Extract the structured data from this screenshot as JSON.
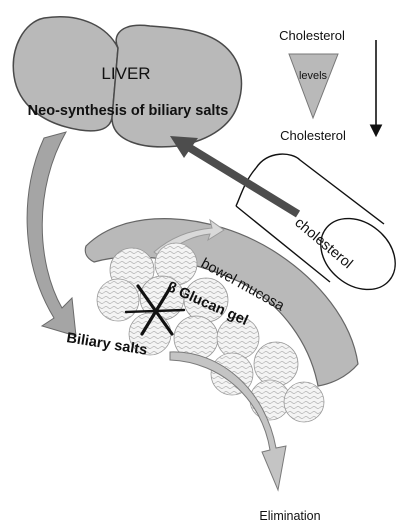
{
  "liver": {
    "title": "LIVER",
    "process": "Neo-synthesis of biliary salts"
  },
  "levels_legend": {
    "top": "Cholesterol",
    "middle": "levels",
    "bottom": "Cholesterol"
  },
  "tube": {
    "label": "cholesterol"
  },
  "mucosa": {
    "label": "bowel mucosa"
  },
  "gel": {
    "label": "β Glucan gel"
  },
  "biliary": {
    "label": "Biliary salts"
  },
  "outflow": {
    "label": "Elimination"
  },
  "colors": {
    "organ_fill": "#b9b9b9",
    "organ_stroke": "#4a4a4a",
    "arrow_dark": "#4d4d4d",
    "arrow_light": "#d6d6d6"
  }
}
